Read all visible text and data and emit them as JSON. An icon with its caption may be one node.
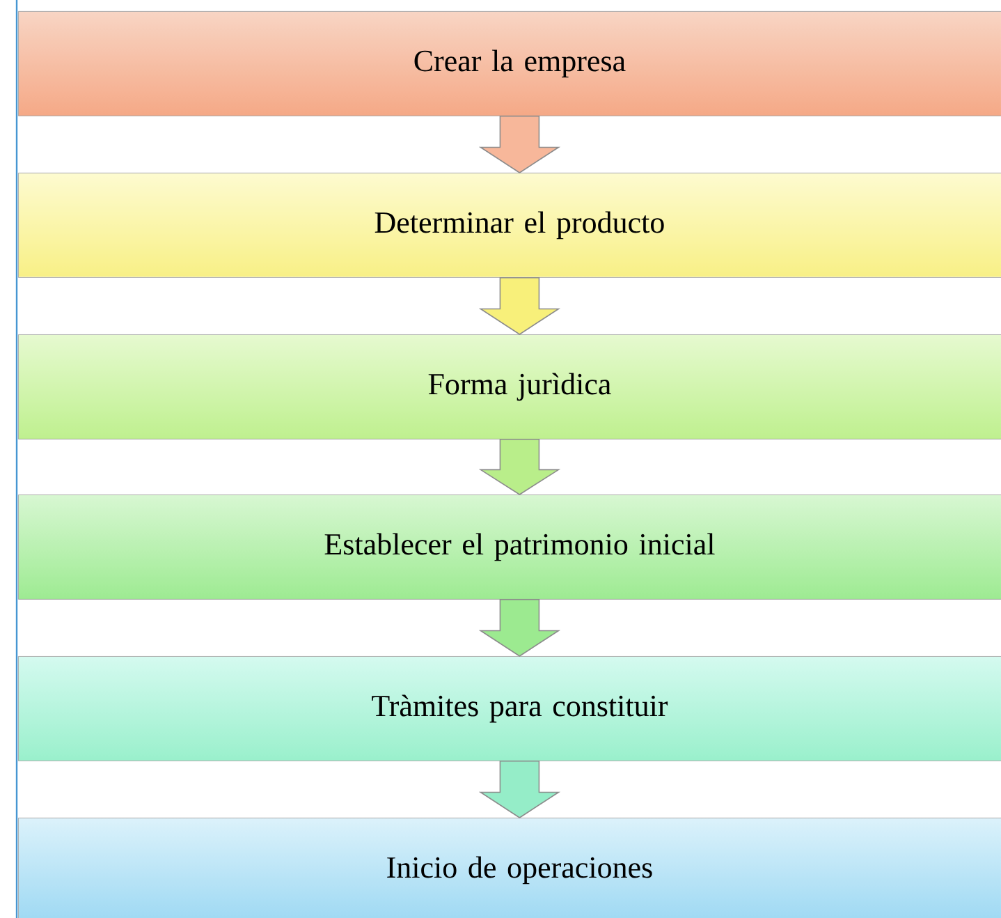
{
  "diagram": {
    "nodes": [
      {
        "text": [
          "Crear la empresa"
        ]
      },
      {
        "text": [
          "Determinar el producto"
        ]
      },
      {
        "text": [
          "Forma jurìdica"
        ]
      },
      {
        "text": [
          "Establecer el patrimonio inicial"
        ]
      },
      {
        "text": [
          "Tràmites para constituir"
        ]
      },
      {
        "text": [
          "Inicio de operaciones"
        ]
      }
    ],
    "edges": [
      {
        "from": 0,
        "to": 1,
        "arrow": "to"
      },
      {
        "from": 1,
        "to": 2,
        "arrow": "to"
      },
      {
        "from": 2,
        "to": 3,
        "arrow": "to"
      },
      {
        "from": 3,
        "to": 4,
        "arrow": "to"
      },
      {
        "from": 4,
        "to": 5,
        "arrow": "to"
      }
    ]
  }
}
